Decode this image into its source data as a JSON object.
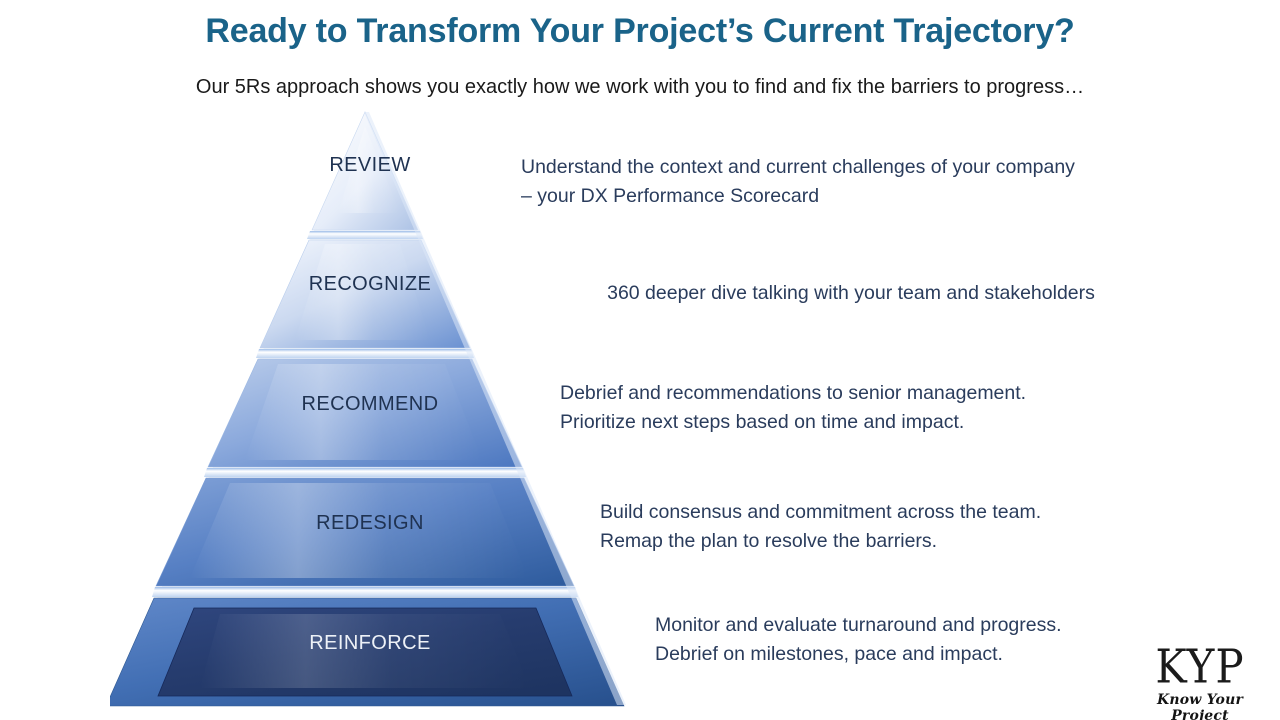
{
  "slide": {
    "title": "Ready to Transform Your Project’s Current Trajectory?",
    "subtitle": "Our 5Rs approach shows you exactly how we work with you to find and fix the barriers to progress…",
    "title_color": "#1A6389",
    "subtitle_color": "#1A1A1A",
    "background_color": "#FFFFFF"
  },
  "pyramid": {
    "label_color": "#1F3251",
    "label_color_on_dark": "#EDF1F7",
    "tiers": [
      {
        "label": "REVIEW",
        "level": 1,
        "text_on_dark": false
      },
      {
        "label": "RECOGNIZE",
        "level": 2,
        "text_on_dark": false
      },
      {
        "label": "RECOMMEND",
        "level": 3,
        "text_on_dark": false
      },
      {
        "label": "REDESIGN",
        "level": 4,
        "text_on_dark": false
      },
      {
        "label": "REINFORCE",
        "level": 5,
        "text_on_dark": true
      }
    ],
    "gradient_light": "#FDFEFF",
    "gradient_mid": "#7D9FD4",
    "gradient_dark": "#2F5C9E",
    "base_face_dark": "#23386B"
  },
  "descriptions": [
    {
      "tier": "REVIEW",
      "text": "Understand the context and current challenges of your company\n– your DX Performance Scorecard"
    },
    {
      "tier": "RECOGNIZE",
      "text": "360 deeper dive talking with your team and stakeholders"
    },
    {
      "tier": "RECOMMEND",
      "text": "Debrief and recommendations to senior management.\nPrioritize next steps based on time and impact."
    },
    {
      "tier": "REDESIGN",
      "text": "Build consensus and commitment across the team.\nRemap the plan to resolve the barriers."
    },
    {
      "tier": "REINFORCE",
      "text": "Monitor and evaluate turnaround and progress.\nDebrief on milestones, pace and impact."
    }
  ],
  "logo": {
    "mark": "KYP",
    "tagline": "Know Your Project",
    "color": "#1B1B1B"
  }
}
